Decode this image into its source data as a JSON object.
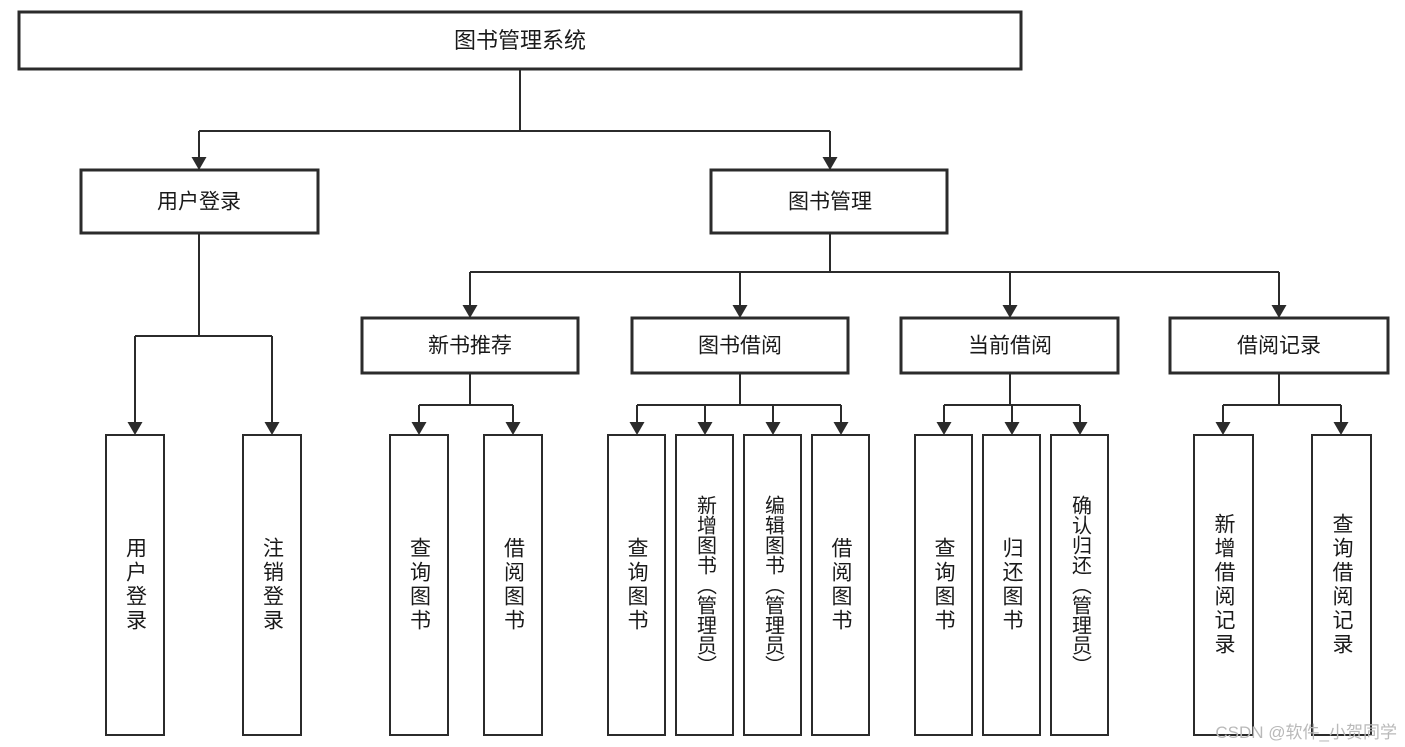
{
  "diagram": {
    "type": "tree",
    "title": "图书管理系统",
    "orientation": "top-down",
    "style": {
      "box_fill": "#ffffff",
      "box_stroke": "#2b2b2b",
      "connector_color": "#2b2b2b",
      "text_color": "#1a1a1a",
      "background": "#ffffff",
      "watermark_color": "#b9b9b9"
    },
    "root": {
      "label": "图书管理系统"
    },
    "level2": [
      {
        "label": "用户登录"
      },
      {
        "label": "图书管理"
      }
    ],
    "level3": [
      {
        "label": "新书推荐"
      },
      {
        "label": "图书借阅"
      },
      {
        "label": "当前借阅"
      },
      {
        "label": "借阅记录"
      }
    ],
    "leaves": {
      "user_login": [
        {
          "label": "用户登录"
        },
        {
          "label": "注销登录"
        }
      ],
      "new_book_recommend": [
        {
          "label": "查询图书"
        },
        {
          "label": "借阅图书"
        }
      ],
      "book_borrow": [
        {
          "label": "查询图书"
        },
        {
          "label": "新增图书（管理员）"
        },
        {
          "label": "编辑图书（管理员）"
        },
        {
          "label": "借阅图书"
        }
      ],
      "current_borrow": [
        {
          "label": "查询图书"
        },
        {
          "label": "归还图书"
        },
        {
          "label": "确认归还（管理员）"
        }
      ],
      "borrow_record": [
        {
          "label": "新增借阅记录"
        },
        {
          "label": "查询借阅记录"
        }
      ]
    }
  },
  "watermark": {
    "text": "CSDN @软件_小贺同学"
  }
}
